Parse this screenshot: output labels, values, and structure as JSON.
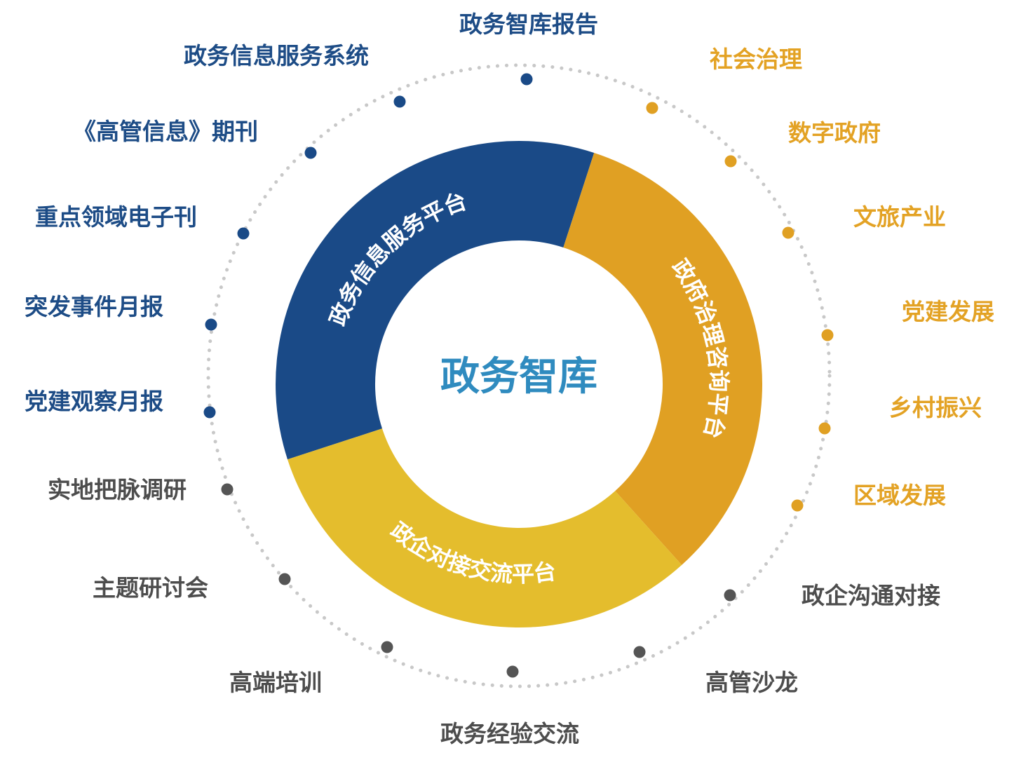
{
  "colors": {
    "blue": "#1a4a87",
    "orange": "#e0a023",
    "yellow": "#e4bd2d",
    "center_text": "#2f8bbf",
    "dot_gray": "#555555",
    "ring_dots": "#c8c8c8"
  },
  "center_title": "政务智库",
  "segments": [
    {
      "name": "info",
      "label": "政务信息服务平台",
      "color": "#1a4a87"
    },
    {
      "name": "gov",
      "label": "政府治理咨询平台",
      "color": "#e0a023"
    },
    {
      "name": "biz",
      "label": "政企对接交流平台",
      "color": "#e4bd2d"
    }
  ],
  "outer_labels": {
    "top": "政务智库报告",
    "blue": [
      "政务信息服务系统",
      "《高管信息》期刊",
      "重点领域电子刊",
      "突发事件月报",
      "党建观察月报"
    ],
    "gold": [
      "社会治理",
      "数字政府",
      "文旅产业",
      "党建发展",
      "乡村振兴",
      "区域发展"
    ],
    "gray_left": [
      "实地把脉调研",
      "主题研讨会",
      "高端培训"
    ],
    "bottom": "政务经验交流",
    "gray_right": [
      "政企沟通对接",
      "高管沙龙"
    ]
  }
}
